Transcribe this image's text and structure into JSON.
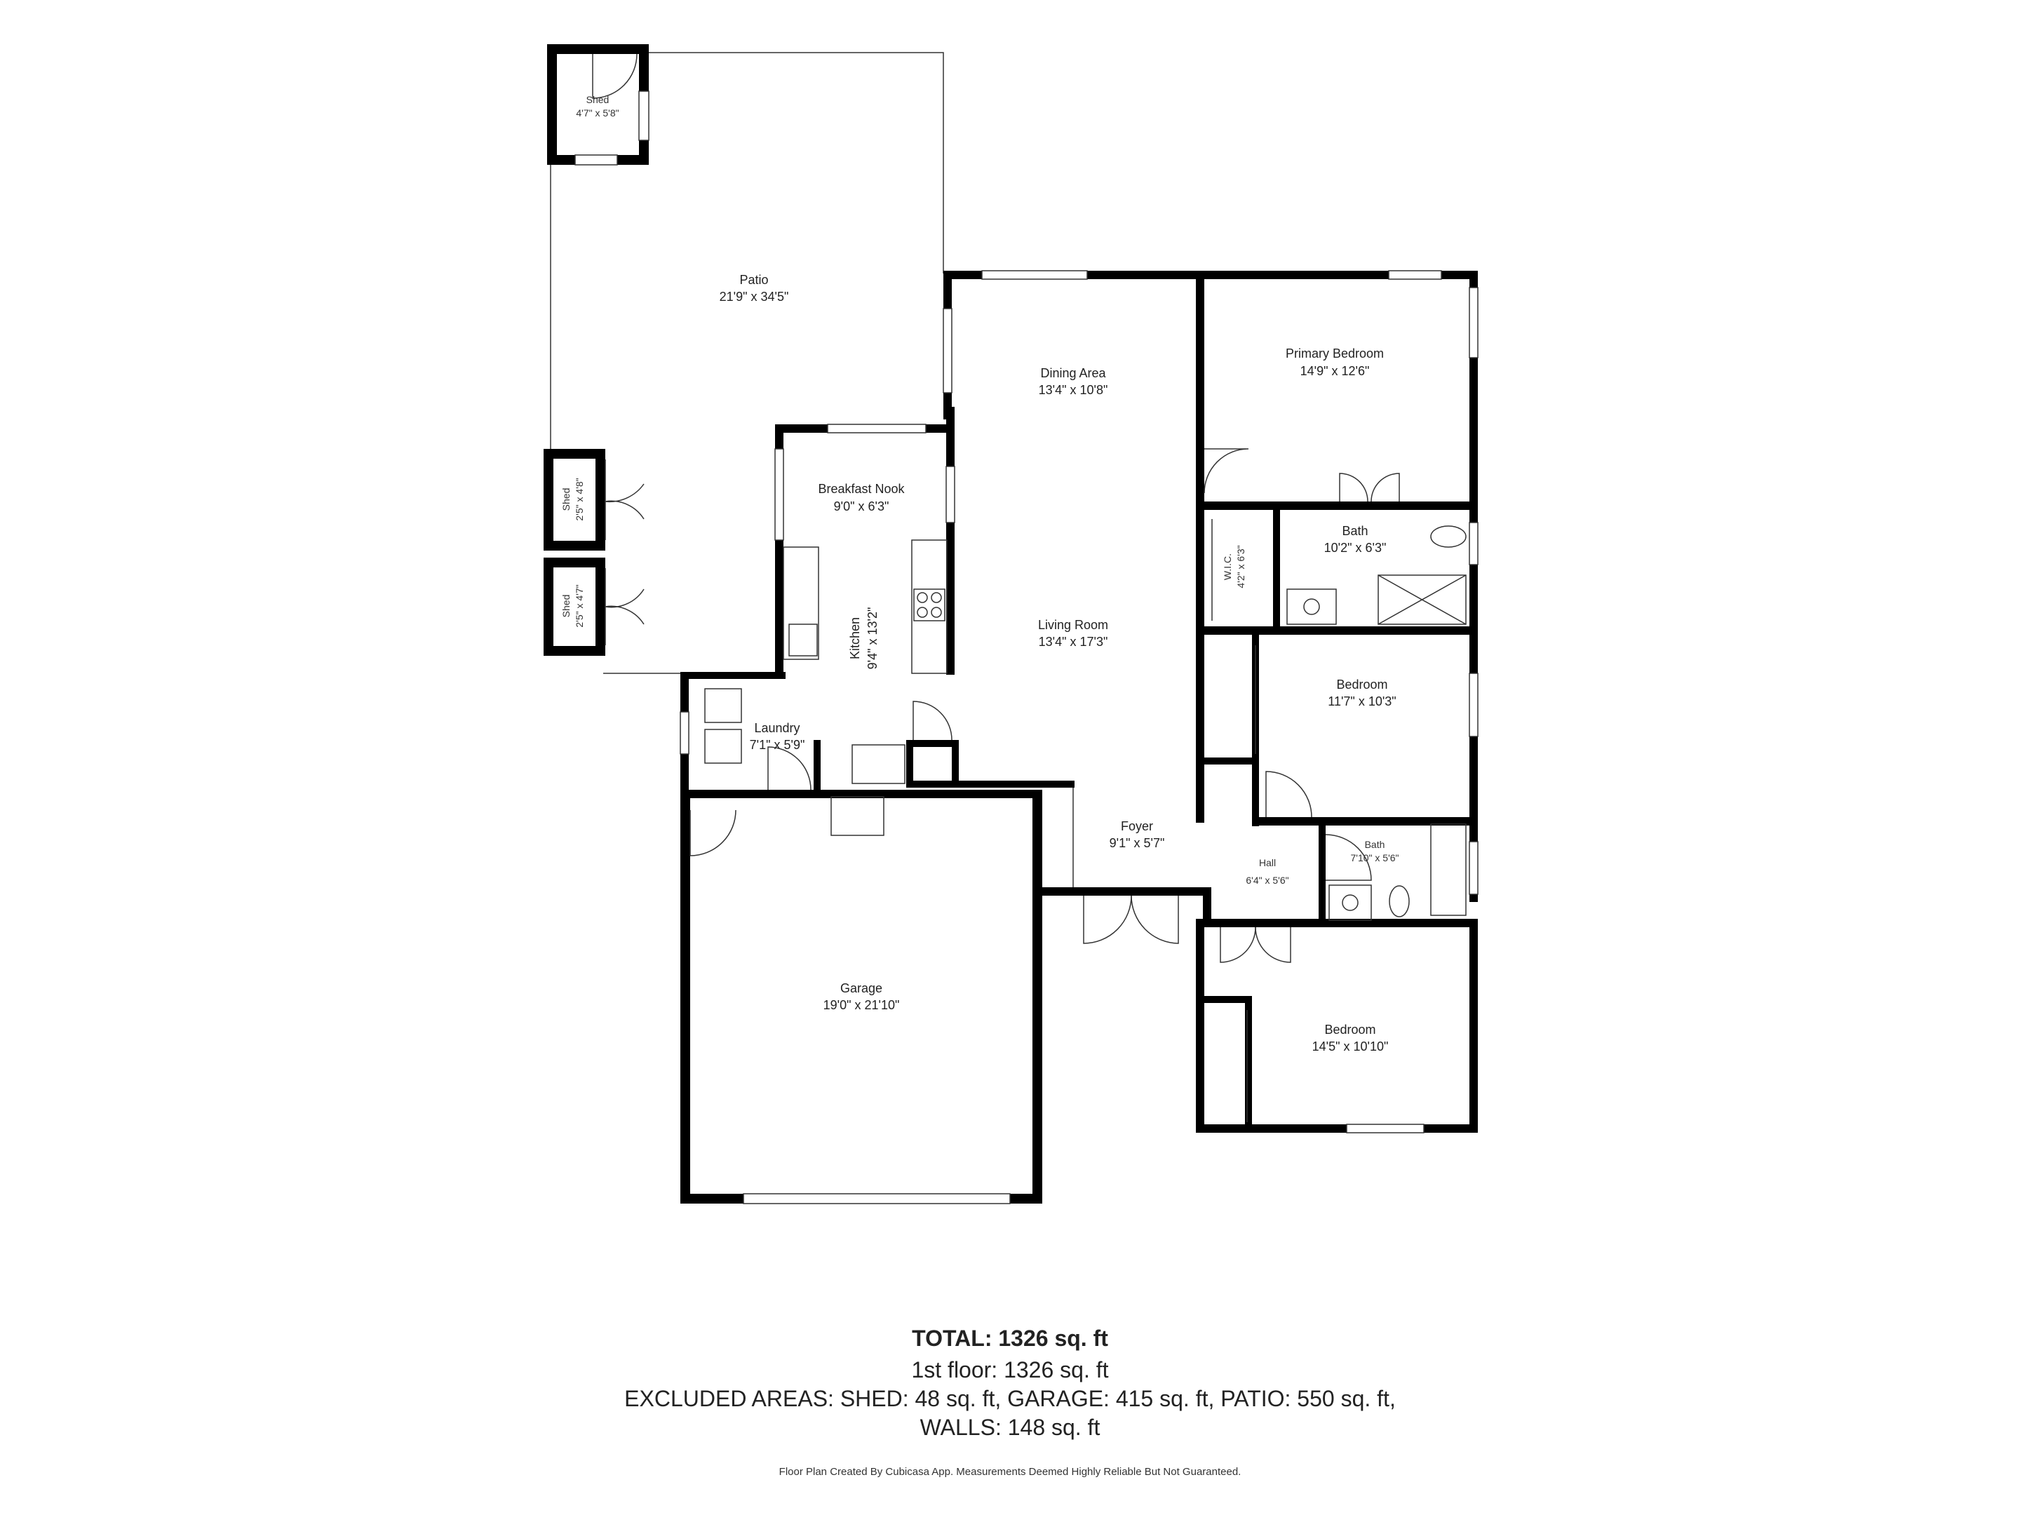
{
  "rooms": {
    "shed_top": {
      "name": "Shed",
      "size": "4'7\" x 5'8\""
    },
    "patio": {
      "name": "Patio",
      "size": "21'9\" x 34'5\""
    },
    "shed_mid": {
      "name": "Shed",
      "size": "2'5\" x 4'8\""
    },
    "shed_low": {
      "name": "Shed",
      "size": "2'5\" x 4'7\""
    },
    "breakfast_nook": {
      "name": "Breakfast Nook",
      "size": "9'0\" x 6'3\""
    },
    "kitchen": {
      "name": "Kitchen",
      "size": "9'4\" x 13'2\""
    },
    "dining_area": {
      "name": "Dining Area",
      "size": "13'4\" x 10'8\""
    },
    "living_room": {
      "name": "Living Room",
      "size": "13'4\" x 17'3\""
    },
    "primary_bedroom": {
      "name": "Primary Bedroom",
      "size": "14'9\" x 12'6\""
    },
    "bath_primary": {
      "name": "Bath",
      "size": "10'2\" x 6'3\""
    },
    "wic": {
      "name": "W.I.C.",
      "size": "4'2\" x 6'3\""
    },
    "bedroom_2": {
      "name": "Bedroom",
      "size": "11'7\" x 10'3\""
    },
    "laundry": {
      "name": "Laundry",
      "size": "7'1\" x 5'9\""
    },
    "foyer": {
      "name": "Foyer",
      "size": "9'1\" x 5'7\""
    },
    "hall": {
      "name": "Hall",
      "size": "6'4\" x 5'6\""
    },
    "bath_hall": {
      "name": "Bath",
      "size": "7'10\" x 5'6\""
    },
    "garage": {
      "name": "Garage",
      "size": "19'0\" x 21'10\""
    },
    "bedroom_3": {
      "name": "Bedroom",
      "size": "14'5\" x 10'10\""
    }
  },
  "summary": {
    "total": "TOTAL: 1326 sq. ft",
    "first_floor": "1st floor: 1326 sq. ft",
    "excluded_line1": "EXCLUDED AREAS: SHED: 48 sq. ft, GARAGE: 415 sq. ft, PATIO: 550 sq. ft,",
    "excluded_line2": "WALLS: 148 sq. ft"
  },
  "disclaimer": "Floor Plan Created By Cubicasa App. Measurements Deemed Highly Reliable But Not Guaranteed."
}
